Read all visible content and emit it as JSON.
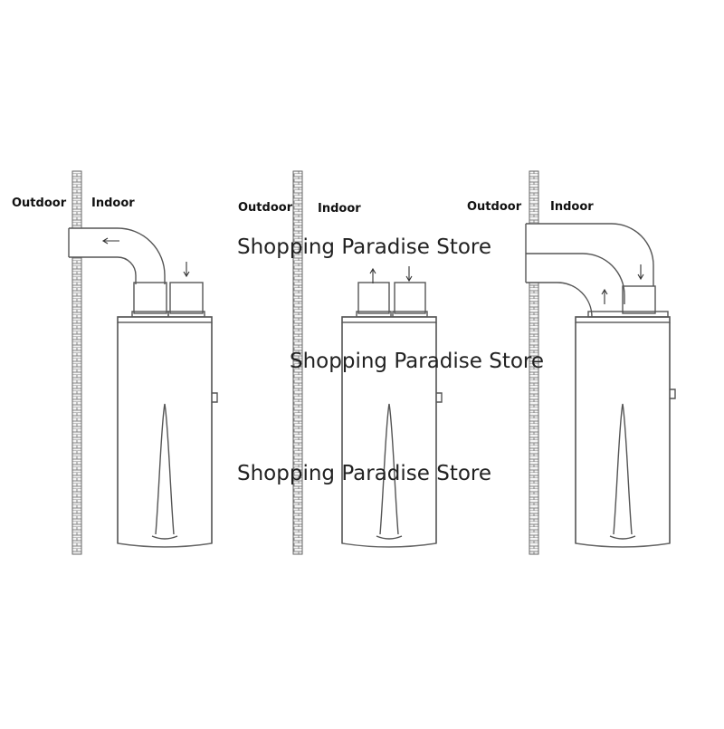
{
  "labels": {
    "outdoor": "Outdoor",
    "indoor": "Indoor"
  },
  "watermark": "Shopping Paradise Store",
  "colors": {
    "line": "#555555",
    "brick": "#888888",
    "text": "#111111"
  },
  "icons": [
    "brick-wall",
    "duct-pipe",
    "water-tank",
    "airflow-arrow"
  ]
}
